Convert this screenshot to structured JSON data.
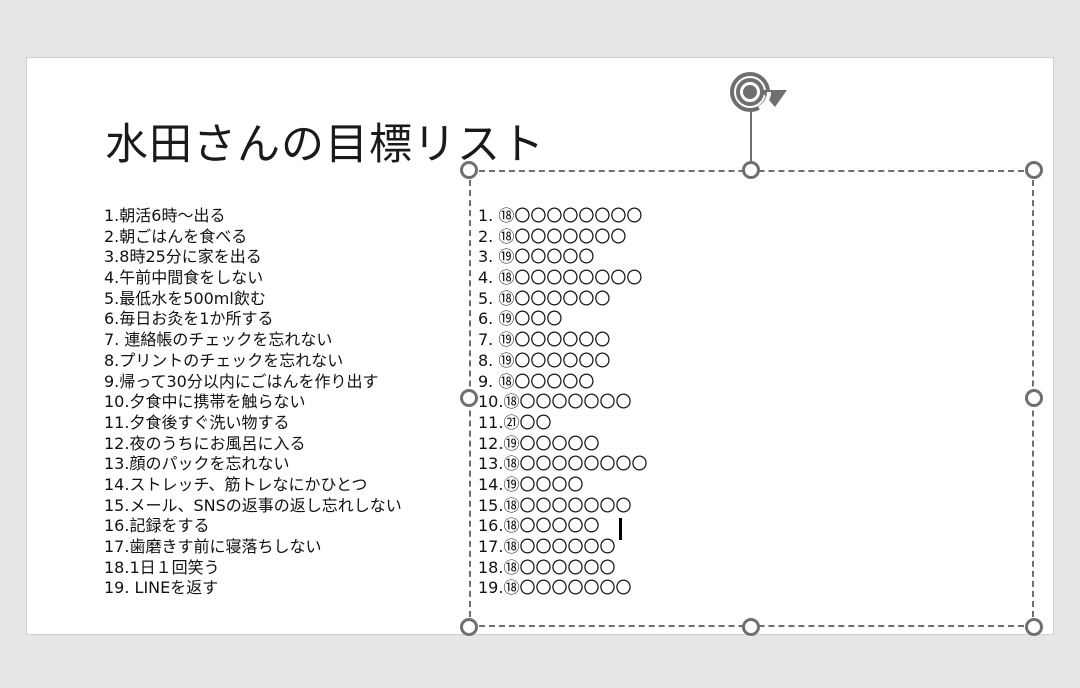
{
  "slide": {
    "title": "水田さんの目標リスト",
    "goals": [
      "1.朝活6時～出る",
      "2.朝ごはんを食べる",
      "3.8時25分に家を出る",
      "4.午前中間食をしない",
      "5.最低水を500ml飲む",
      "6.毎日お灸を1か所する",
      "7. 連絡帳のチェックを忘れない",
      "8.プリントのチェックを忘れない",
      "9.帰って30分以内にごはんを作り出す",
      "10.夕食中に携帯を触らない",
      "11.夕食後すぐ洗い物する",
      "12.夜のうちにお風呂に入る",
      "13.顔のパックを忘れない",
      "14.ストレッチ、筋トレなにかひとつ",
      "15.メール、SNSの返事の返し忘れしない",
      "16.記録をする",
      "17.歯磨きす前に寝落ちしない",
      "18.1日１回笑う",
      "19. LINEを返す"
    ],
    "tracker": [
      "1. ⑱〇〇〇〇〇〇〇〇",
      "2. ⑱〇〇〇〇〇〇〇",
      "3. ⑲〇〇〇〇〇",
      "4. ⑱〇〇〇〇〇〇〇〇",
      "5. ⑱〇〇〇〇〇〇",
      "6. ⑲〇〇〇",
      "7. ⑲〇〇〇〇〇〇",
      "8. ⑲〇〇〇〇〇〇",
      "9. ⑱〇〇〇〇〇",
      "10.⑱〇〇〇〇〇〇〇",
      "11.㉑〇〇",
      "12.⑲〇〇〇〇〇",
      "13.⑱〇〇〇〇〇〇〇〇",
      "14.⑲〇〇〇〇",
      "15.⑱〇〇〇〇〇〇〇",
      "16.⑱〇〇〇〇〇",
      "17.⑱〇〇〇〇〇〇",
      "18.⑱〇〇〇〇〇〇",
      "19.⑱〇〇〇〇〇〇〇"
    ]
  },
  "colors": {
    "canvas_background": "#e6e6e6",
    "slide_background": "#ffffff",
    "text": "#111111",
    "selection": "#6f6f6f"
  },
  "icons": {
    "rotate": "rotate-handle-icon",
    "handles": "resize-handle-icon"
  }
}
